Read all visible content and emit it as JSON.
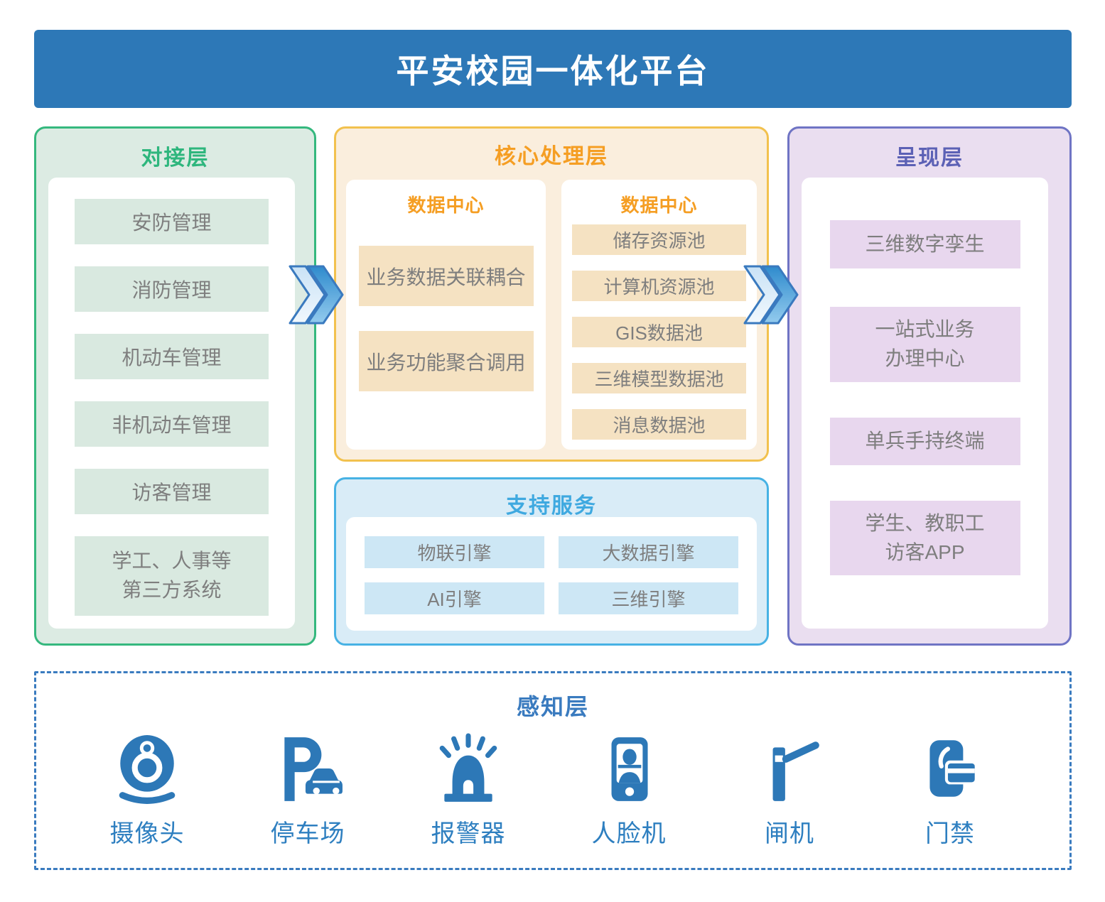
{
  "title": "平安校园一体化平台",
  "colors": {
    "header_bg": "#2d78b7",
    "green_accent": "#35b87e",
    "orange_accent": "#f59e23",
    "blue_accent": "#3fa9e0",
    "purple_accent": "#6f74c4",
    "perception_blue": "#3a7bbf",
    "icon_blue": "#2d78b7",
    "item_text": "#7e7e7e"
  },
  "layers": {
    "integration": {
      "title": "对接层",
      "items": [
        "安防管理",
        "消防管理",
        "机动车管理",
        "非机动车管理",
        "访客管理",
        "学工、人事等\n第三方系统"
      ]
    },
    "core": {
      "title": "核心处理层",
      "data_center_left": {
        "title": "数据中心",
        "items": [
          "业务数据关联耦合",
          "业务功能聚合调用"
        ]
      },
      "data_center_right": {
        "title": "数据中心",
        "items": [
          "储存资源池",
          "计算机资源池",
          "GIS数据池",
          "三维模型数据池",
          "消息数据池"
        ]
      }
    },
    "support": {
      "title": "支持服务",
      "items": [
        "物联引擎",
        "大数据引擎",
        "AI引擎",
        "三维引擎"
      ]
    },
    "presentation": {
      "title": "呈现层",
      "items": [
        "三维数字孪生",
        "一站式业务\n办理中心",
        "单兵手持终端",
        "学生、教职工\n访客APP"
      ]
    },
    "perception": {
      "title": "感知层",
      "devices": [
        {
          "icon": "camera-icon",
          "label": "摄像头"
        },
        {
          "icon": "parking-icon",
          "label": "停车场"
        },
        {
          "icon": "alarm-icon",
          "label": "报警器"
        },
        {
          "icon": "face-terminal-icon",
          "label": "人脸机"
        },
        {
          "icon": "barrier-gate-icon",
          "label": "闸机"
        },
        {
          "icon": "access-control-icon",
          "label": "门禁"
        }
      ]
    }
  }
}
